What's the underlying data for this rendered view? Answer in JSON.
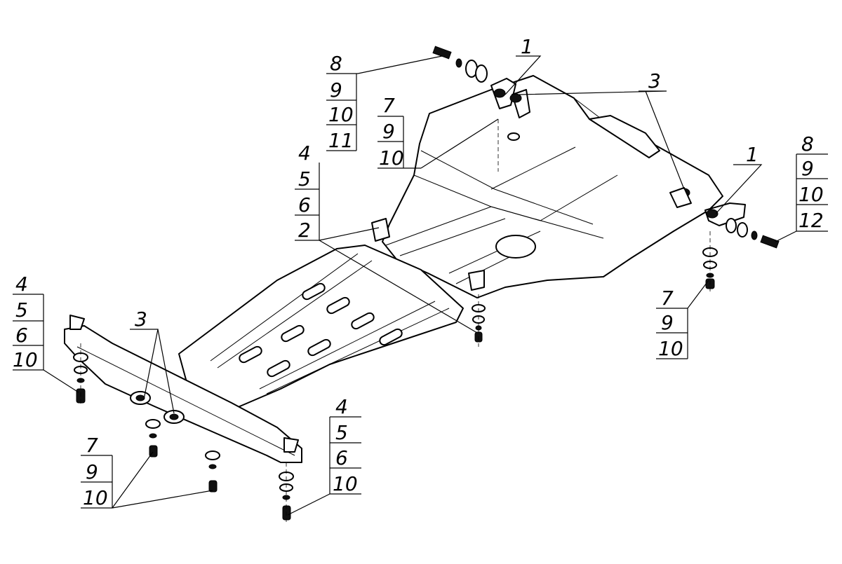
{
  "callouts": {
    "top_left": [
      "8",
      "9",
      "10",
      "11"
    ],
    "top_mid": [
      "7",
      "9",
      "10"
    ],
    "top_mid_1": "1",
    "top_right_3": "3",
    "right_1": "1",
    "right": [
      "8",
      "9",
      "10",
      "12"
    ],
    "left_mid": [
      "4",
      "5",
      "6",
      "2"
    ],
    "right_low": [
      "7",
      "9",
      "10"
    ],
    "left": [
      "4",
      "5",
      "6",
      "10"
    ],
    "front_3": "3",
    "bottom_left": [
      "7",
      "9",
      "10"
    ],
    "bottom_mid": [
      "4",
      "5",
      "6",
      "10"
    ]
  }
}
